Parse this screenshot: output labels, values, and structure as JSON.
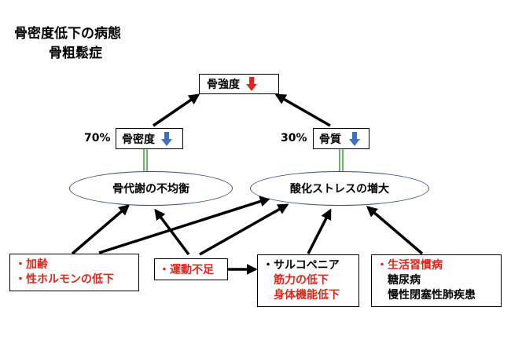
{
  "title": {
    "line1": "骨密度低下の病態",
    "line2": "骨粗鬆症"
  },
  "top_node": {
    "label": "骨強度",
    "arrow": "down",
    "arrow_color": "#e0261c"
  },
  "bone_density": {
    "percent": "70%",
    "label": "骨密度",
    "arrow": "down",
    "arrow_color": "#3f6fc0"
  },
  "bone_quality": {
    "percent": "30%",
    "label": "骨質",
    "arrow": "down",
    "arrow_color": "#3f6fc0"
  },
  "left_ellipse": {
    "label": "骨代謝の不均衡"
  },
  "right_ellipse": {
    "label": "酸化ストレスの増大"
  },
  "factor_aging": {
    "line1": "・加齢",
    "line2": "・性ホルモンの低下"
  },
  "factor_exercise": {
    "line1": "・運動不足"
  },
  "factor_sarcopenia": {
    "line1": "・サルコペニア",
    "line2": "筋力の低下",
    "line3": "身体機能低下"
  },
  "factor_lifestyle": {
    "line1": "・生活習慣病",
    "line2": "糖尿病",
    "line3": "慢性閉塞性肺疾患"
  },
  "colors": {
    "text_red": "#e0261c",
    "arrow_blue": "#3f6fc0",
    "connector_green": "#3a9a3a",
    "ellipse_border": "#3b4a7a"
  }
}
